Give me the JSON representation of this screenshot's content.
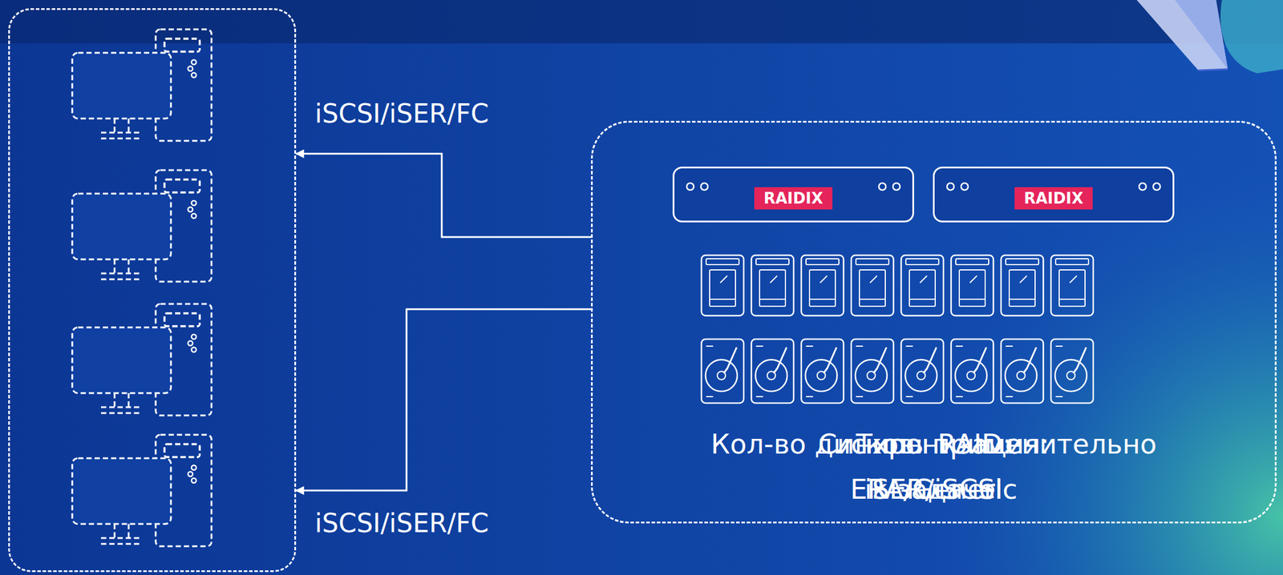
{
  "diagram": {
    "nodes": [
      {
        "text": []
      },
      {
        "text": [
          "Типы RAID: ERA/Generic",
          "Синхронизация: iSER/iSCSI",
          "Кол-во дисков: применительно к задаче"
        ]
      },
      {
        "text": [
          "RAIDIX"
        ],
        "in": 1
      },
      {
        "text": [
          "RAIDIX"
        ],
        "in": 1
      }
    ],
    "edges": [
      {
        "from": 1,
        "to": 0,
        "arrow": "to",
        "label": "iSCSI/iSER/FC"
      },
      {
        "from": 1,
        "to": 0,
        "arrow": "to",
        "label": "iSCSI/iSER/FC"
      }
    ]
  }
}
